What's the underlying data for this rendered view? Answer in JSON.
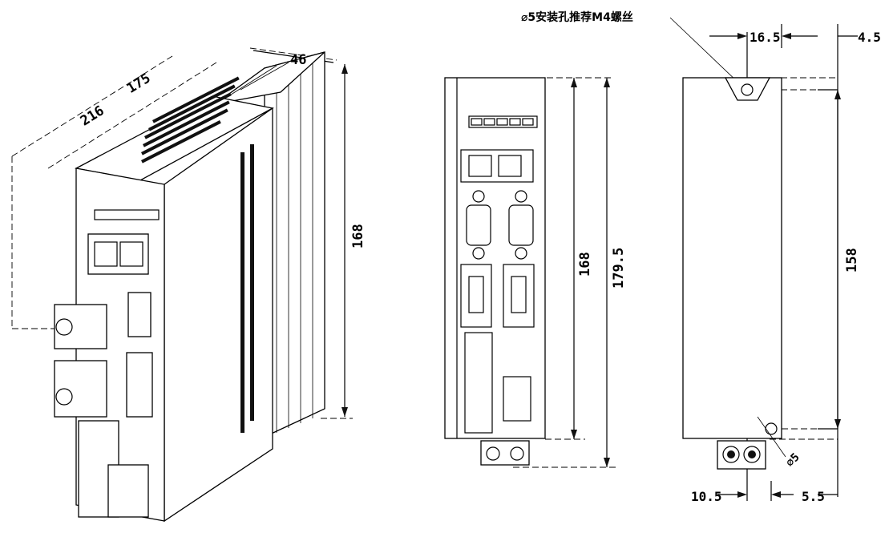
{
  "iso_view": {
    "dim_length_overall": "216",
    "dim_length_body": "175",
    "dim_width": "46",
    "dim_height": "168"
  },
  "front_view": {
    "dim_height_body": "168",
    "dim_height_overall": "179.5"
  },
  "side_view": {
    "mount_hole_note": "⌀5安装孔推荐M4螺丝",
    "dim_top_offset": "16.5",
    "dim_top_edge": "4.5",
    "dim_hole_pitch": "158",
    "dim_bottom_offset": "10.5",
    "dim_bottom_edge": "5.5",
    "dim_bottom_hole": "⌀5"
  }
}
